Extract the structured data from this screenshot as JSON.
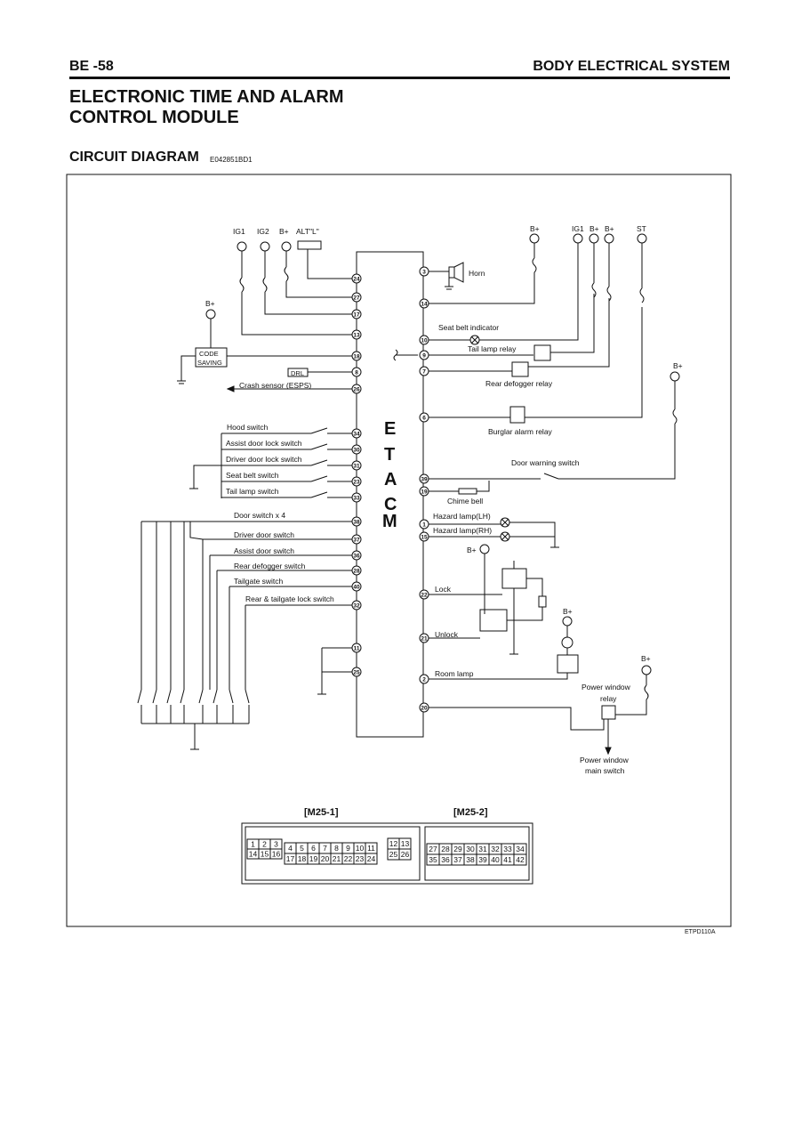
{
  "header": {
    "page": "BE -58",
    "section": "BODY ELECTRICAL SYSTEM"
  },
  "title": "ELECTRONIC TIME AND ALARM\nCONTROL MODULE",
  "subtitle": "CIRCUIT DIAGRAM",
  "doc_code": "E042851BD1",
  "figure_code": "ETPD110A",
  "diagram": {
    "module_letters": [
      "E",
      "T",
      "A",
      "C",
      "M"
    ],
    "top_left_supplies": [
      "IG1",
      "IG2",
      "B+",
      "ALT\"L\""
    ],
    "top_right_supplies": [
      "B+",
      "IG1",
      "B+",
      "B+",
      "ST"
    ],
    "bplus": "B+",
    "code_saving": [
      "CODE",
      "SAVING"
    ],
    "drl": "DRL",
    "crash_sensor": "Crash sensor (ESPS)",
    "left_inputs": {
      "hood": "Hood switch",
      "assist_lock": "Assist door lock switch",
      "driver_lock": "Driver door lock switch",
      "seat_belt": "Seat belt switch",
      "tail_lamp": "Tail lamp switch",
      "door_x4": "Door switch x 4",
      "driver_door": "Driver door switch",
      "assist_door": "Assist door switch",
      "rear_defogger": "Rear defogger switch",
      "tailgate": "Tailgate switch",
      "rear_tailgate_lock": "Rear & tailgate lock switch"
    },
    "right_outputs": {
      "horn": "Horn",
      "seat_belt_indicator": "Seat belt indicator",
      "tail_lamp_relay": "Tail lamp relay",
      "rear_defogger_relay": "Rear defogger relay",
      "burglar_alarm_relay": "Burglar alarm relay",
      "door_warning_switch": "Door warning switch",
      "chime_bell": "Chime bell",
      "hazard_lh": "Hazard lamp(LH)",
      "hazard_rh": "Hazard lamp(RH)",
      "lock": "Lock",
      "unlock": "Unlock",
      "room_lamp": "Room lamp",
      "power_window_relay": [
        "Power window",
        "relay"
      ],
      "power_window_main": [
        "Power window",
        "main switch"
      ]
    },
    "pins": {
      "left": [
        "24",
        "27",
        "17",
        "13",
        "18",
        "8",
        "26",
        "34",
        "30",
        "31",
        "23",
        "33",
        "38",
        "37",
        "36",
        "28",
        "40",
        "32",
        "11",
        "25"
      ],
      "right": [
        "3",
        "14",
        "10",
        "9",
        "7",
        "6",
        "39",
        "19",
        "1",
        "15",
        "22",
        "21",
        "2",
        "20"
      ]
    },
    "connector_m25_1": {
      "name": "[M25-1]",
      "row1a": [
        "1",
        "2",
        "3"
      ],
      "row2a": [
        "14",
        "15",
        "16"
      ],
      "mid_top": [
        "4",
        "5",
        "6",
        "7",
        "8",
        "9",
        "10",
        "11"
      ],
      "mid_bot": [
        "17",
        "18",
        "19",
        "20",
        "21",
        "22",
        "23",
        "24"
      ],
      "right_top": [
        "12",
        "13"
      ],
      "right_bot": [
        "25",
        "26"
      ]
    },
    "connector_m25_2": {
      "name": "[M25-2]",
      "row1": [
        "27",
        "28",
        "29",
        "30",
        "31",
        "32",
        "33",
        "34"
      ],
      "row2": [
        "35",
        "36",
        "37",
        "38",
        "39",
        "40",
        "41",
        "42"
      ]
    }
  }
}
